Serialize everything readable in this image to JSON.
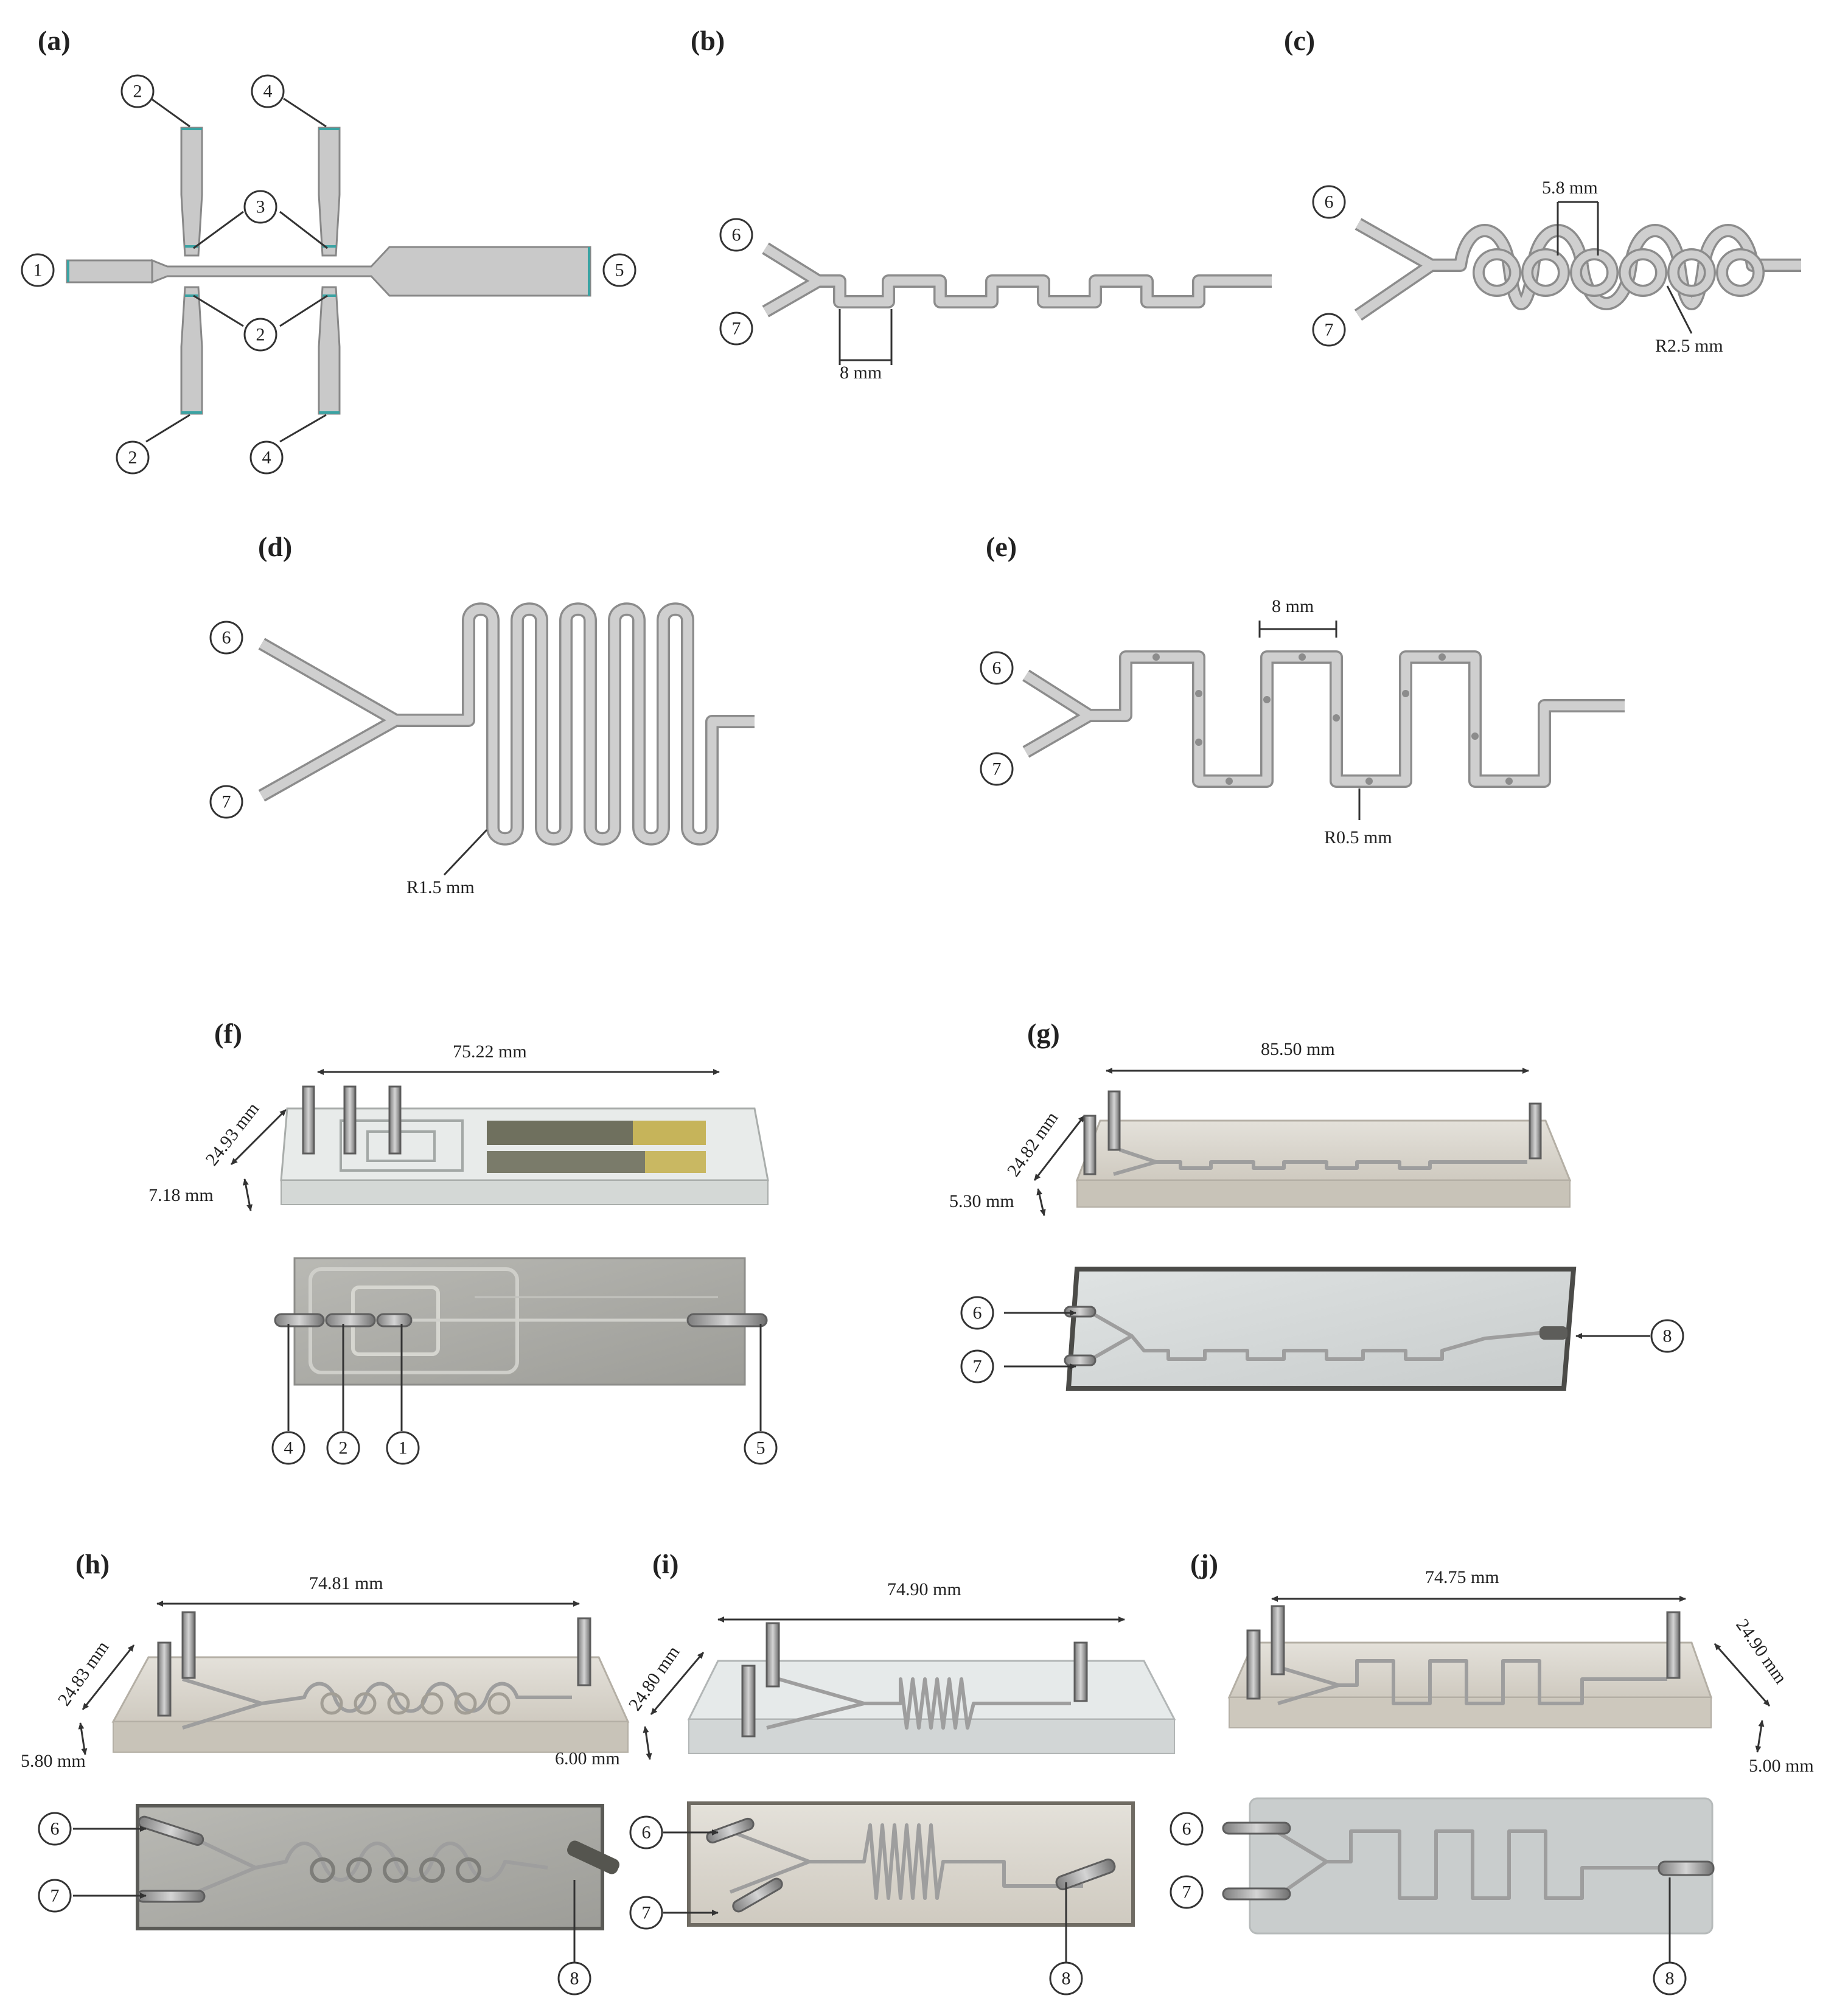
{
  "panels": {
    "a": "(a)",
    "b": "(b)",
    "c": "(c)",
    "d": "(d)",
    "e": "(e)",
    "f": "(f)",
    "g": "(g)",
    "h": "(h)",
    "i": "(i)",
    "j": "(j)"
  },
  "dims": {
    "b": "8 mm",
    "c_pitch": "5.8 mm",
    "c_radius": "R2.5 mm",
    "d_radius": "R1.5 mm",
    "e_pitch": "8 mm",
    "e_radius": "R0.5 mm",
    "f_length": "75.22 mm",
    "f_width": "24.93 mm",
    "f_height": "7.18 mm",
    "g_length": "85.50 mm",
    "g_width": "24.82 mm",
    "g_height": "5.30 mm",
    "h_length": "74.81 mm",
    "h_width": "24.83 mm",
    "h_height": "5.80 mm",
    "i_length": "74.90 mm",
    "i_width": "24.80 mm",
    "i_height": "6.00 mm",
    "j_length": "74.75 mm",
    "j_width": "24.90 mm",
    "j_height": "5.00 mm"
  },
  "ports": {
    "p1": "1",
    "p2": "2",
    "p3": "3",
    "p4": "4",
    "p5": "5",
    "p6": "6",
    "p7": "7",
    "p8": "8"
  },
  "colors": {
    "channel_fill": "#c9c9c9",
    "channel_edge": "#8c8c8c",
    "port_edge": "#3aa3a3",
    "chip": "#d8d4cc"
  }
}
